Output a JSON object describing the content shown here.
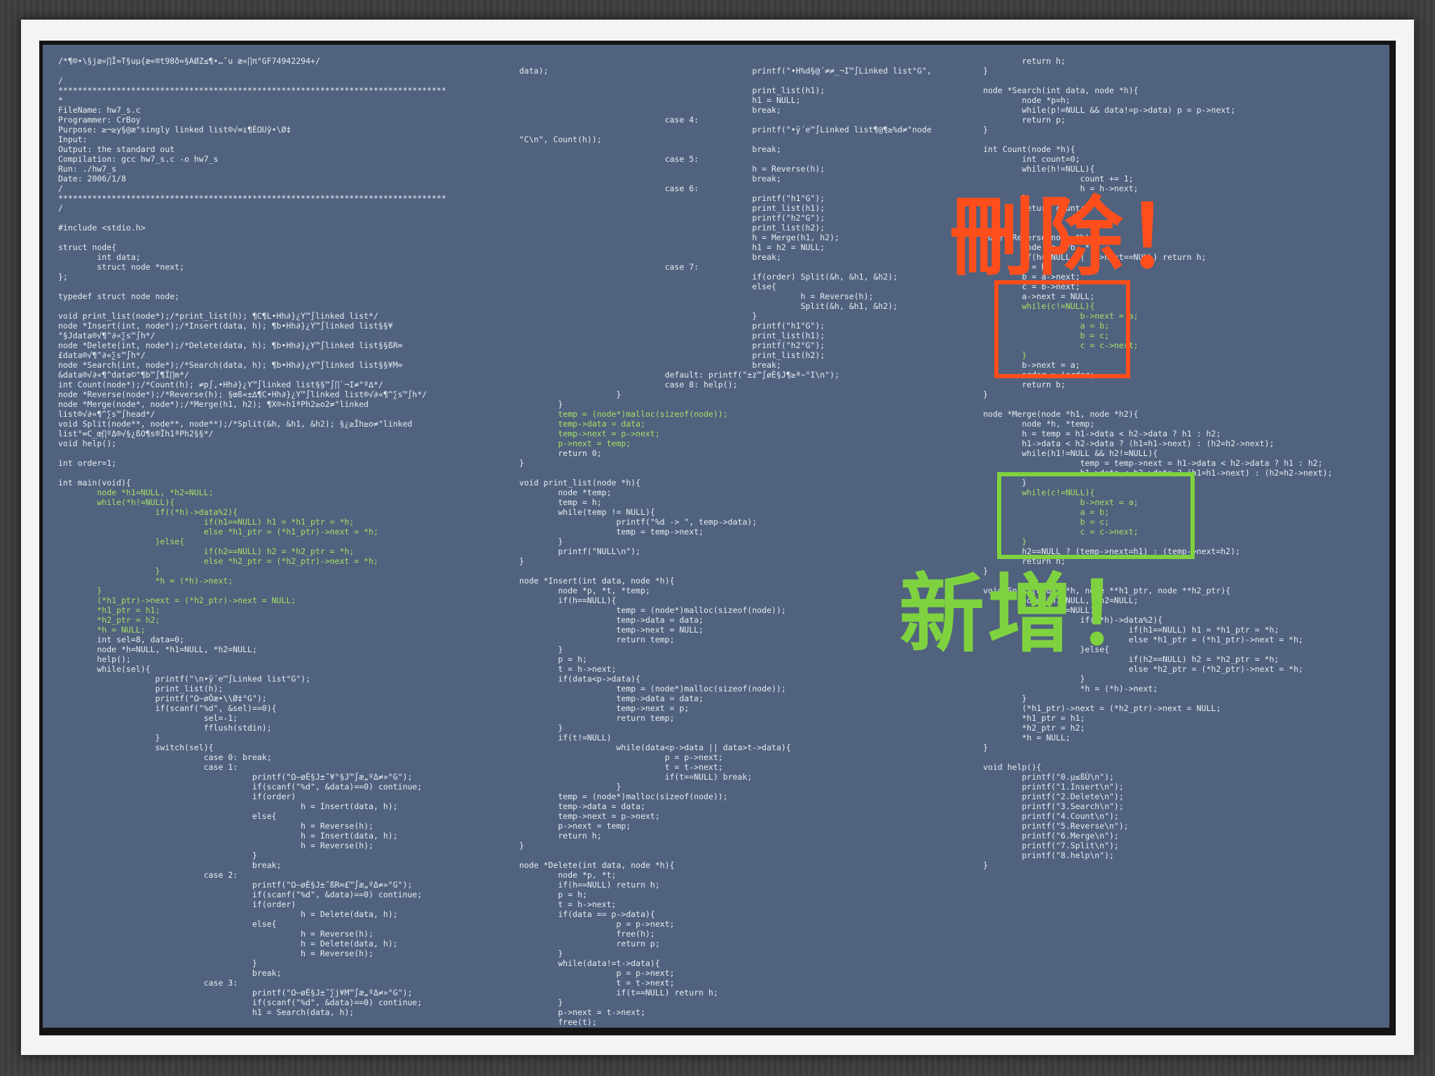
{
  "annotations": {
    "delete_label": "刪除！",
    "add_label": "新增！",
    "delete_color": "#ff4e1c",
    "add_color": "#7fd23f"
  },
  "code": {
    "col1": [
      {
        "t": "/*¶®•\\§jæ«∏Î≈T§uµ{æ«®t98ð≈§AØZ≤¶•…˘u æ«∏π°GF74942294+/"
      },
      {
        "t": ""
      },
      {
        "t": "/"
      },
      {
        "t": "********************************************************************************"
      },
      {
        "t": "*"
      },
      {
        "t": "FileName: hw7_s.c"
      },
      {
        "t": "Programmer: CrBoy"
      },
      {
        "t": "Purpose: ≥¬≥y§@ӕ\"singly linked list®√∞ı¶ÈΩUŷ•\\Ø‡"
      },
      {
        "t": "Input:"
      },
      {
        "t": "Output: the standard out"
      },
      {
        "t": "Compilation: gcc hw7_s.c -o hw7_s"
      },
      {
        "t": "Run: ./hw7_s"
      },
      {
        "t": "Date: 2006/1/8"
      },
      {
        "t": "/"
      },
      {
        "t": "********************************************************************************"
      },
      {
        "t": "/"
      },
      {
        "t": ""
      },
      {
        "t": "#include <stdio.h>"
      },
      {
        "t": ""
      },
      {
        "t": "struct node{"
      },
      {
        "t": "        int data;"
      },
      {
        "t": "        struct node *next;"
      },
      {
        "t": "};"
      },
      {
        "t": ""
      },
      {
        "t": "typedef struct node node;"
      },
      {
        "t": ""
      },
      {
        "t": "void print_list(node*);/*print_list(h); ¶C¶L•Hh∂}¿Y™∫linked list*/"
      },
      {
        "t": "node *Insert(int, node*);/*Insert(data, h); ¶b•Hh∂}¿Y™∫linked list§§¥"
      },
      {
        "t": "°§Jdata®√¶^∂«∑s™∫h*/"
      },
      {
        "t": "node *Delete(int, node*);/*Delete(data, h); ¶b•Hh∂}¿Y™∫linked list§§ßR∞"
      },
      {
        "t": "£data®√¶^∂«∑s™∫h*/"
      },
      {
        "t": "node *Search(int, node*);/*Search(data, h); ¶b•Hh∂}¿Y™∫linked list§§¥M≈"
      },
      {
        "t": "&data®√∂«¶^data©\"¶b™∫¶Ï∏m*/"
      },
      {
        "t": "int Count(node*);/*Count(h); ≠p∫‚•Hh∂}¿Y™∫linked list§§™∫∏`¬I≠°º∆*/"
      },
      {
        "t": "node *Reverse(node*);/*Reverse(h); §œß«±∆¶C•Hh∂}¿Y™∫linked list®√∂«¶^∑s™∫h*/"
      },
      {
        "t": "node *Merge(node*, node*);/*Merge(h1, h2); ¶X®÷h1ªPh2≥o2≠\"linked"
      },
      {
        "t": "list®√∂«¶^∑s™∫head*/"
      },
      {
        "t": "void Split(node**, node**, node**);/*Split(&h, &h1, &h2); §¿≥Îh≥o≠\"linked"
      },
      {
        "t": "list°∞C_œ∏ºΔ®√§¿ßO¶s®Ïh1ªPh2§§*/"
      },
      {
        "t": "void help();"
      },
      {
        "t": ""
      },
      {
        "t": "int order=1;"
      },
      {
        "t": ""
      },
      {
        "t": "int main(void){"
      },
      {
        "t": "        node *h1=NULL, *h2=NULL;",
        "hl": true
      },
      {
        "t": "        while(*h!=NULL){",
        "hl": true
      },
      {
        "t": "                    if((*h)->data%2){",
        "hl": true
      },
      {
        "t": "                              if(h1==NULL) h1 = *h1_ptr = *h;",
        "hl": true
      },
      {
        "t": "                              else *h1_ptr = (*h1_ptr)->next = *h;",
        "hl": true
      },
      {
        "t": "                    }else{",
        "hl": true
      },
      {
        "t": "                              if(h2==NULL) h2 = *h2_ptr = *h;",
        "hl": true
      },
      {
        "t": "                              else *h2_ptr = (*h2_ptr)->next = *h;",
        "hl": true
      },
      {
        "t": "                    }",
        "hl": true
      },
      {
        "t": "                    *h = (*h)->next;",
        "hl": true
      },
      {
        "t": "        }",
        "hl": true
      },
      {
        "t": "        (*h1_ptr)->next = (*h2_ptr)->next = NULL;",
        "hl": true
      },
      {
        "t": "        *h1_ptr = h1;",
        "hl": true
      },
      {
        "t": "        *h2_ptr = h2;",
        "hl": true
      },
      {
        "t": "        *h = NULL;",
        "hl": true
      },
      {
        "t": "        int sel=8, data=0;"
      },
      {
        "t": "        node *h=NULL, *h1=NULL, *h2=NULL;"
      },
      {
        "t": "        help();"
      },
      {
        "t": "        while(sel){"
      },
      {
        "t": "                    printf(\"\\n•ÿ´e™∫Linked list°G\");"
      },
      {
        "t": "                    print_list(h);"
      },
      {
        "t": "                    printf(\"Ω–øÔæ•\\\\Ø‡°G\");"
      },
      {
        "t": "                    if(scanf(\"%d\", &sel)==0){"
      },
      {
        "t": "                              sel=-1;"
      },
      {
        "t": "                              fflush(stdin);"
      },
      {
        "t": "                    }"
      },
      {
        "t": "                    switch(sel){"
      },
      {
        "t": "                              case 0: break;"
      },
      {
        "t": "                              case 1:"
      },
      {
        "t": "                                        printf(\"Ω–øÈ§J±˝¥°§J™∫æ„ºΔ≠»°G\");"
      },
      {
        "t": "                                        if(scanf(\"%d\", &data)==0) continue;"
      },
      {
        "t": "                                        if(order)"
      },
      {
        "t": "                                                  h = Insert(data, h);"
      },
      {
        "t": "                                        else{"
      },
      {
        "t": "                                                  h = Reverse(h);"
      },
      {
        "t": "                                                  h = Insert(data, h);"
      },
      {
        "t": "                                                  h = Reverse(h);"
      },
      {
        "t": "                                        }"
      },
      {
        "t": "                                        break;"
      },
      {
        "t": "                              case 2:"
      },
      {
        "t": "                                        printf(\"Ω–øÈ§J±˝ßR∞£™∫æ„ºΔ≠»°G\");"
      },
      {
        "t": "                                        if(scanf(\"%d\", &data)==0) continue;"
      },
      {
        "t": "                                        if(order)"
      },
      {
        "t": "                                                  h = Delete(data, h);"
      },
      {
        "t": "                                        else{"
      },
      {
        "t": "                                                  h = Reverse(h);"
      },
      {
        "t": "                                                  h = Delete(data, h);"
      },
      {
        "t": "                                                  h = Reverse(h);"
      },
      {
        "t": "                                        }"
      },
      {
        "t": "                                        break;"
      },
      {
        "t": "                              case 3:"
      },
      {
        "t": "                                        printf(\"Ω–øÈ§J±˝∑j¥M™∫æ„ºΔ≠»°G\");"
      },
      {
        "t": "                                        if(scanf(\"%d\", &data)==0) continue;"
      },
      {
        "t": "                                        h1 = Search(data, h);"
      }
    ],
    "col2": [
      {
        "t": "data);                                          printf(\"•H%d§@´≠≠_¬I™∫Linked list°G\","
      },
      {
        "t": ""
      },
      {
        "t": "                                                print_list(h1);"
      },
      {
        "t": "                                                h1 = NULL;"
      },
      {
        "t": "                                                break;"
      },
      {
        "t": "                              case 4:"
      },
      {
        "t": "                                                printf(\"•ÿ´e™∫Linked list¶@¶≥%d≠\"node"
      },
      {
        "t": "\"C\\n\", Count(h));"
      },
      {
        "t": "                                                break;"
      },
      {
        "t": "                              case 5:"
      },
      {
        "t": "                                                h = Reverse(h);"
      },
      {
        "t": "                                                break;"
      },
      {
        "t": "                              case 6:"
      },
      {
        "t": "                                                printf(\"h1°G\");"
      },
      {
        "t": "                                                print_list(h1);"
      },
      {
        "t": "                                                printf(\"h2°G\");"
      },
      {
        "t": "                                                print_list(h2);"
      },
      {
        "t": "                                                h = Merge(h1, h2);"
      },
      {
        "t": "                                                h1 = h2 = NULL;"
      },
      {
        "t": "                                                break;"
      },
      {
        "t": "                              case 7:"
      },
      {
        "t": "                                                if(order) Split(&h, &h1, &h2);"
      },
      {
        "t": "                                                else{"
      },
      {
        "t": "                                                          h = Reverse(h);"
      },
      {
        "t": "                                                          Split(&h, &h1, &h2);"
      },
      {
        "t": "                                                }"
      },
      {
        "t": "                                                printf(\"h1°G\");"
      },
      {
        "t": "                                                print_list(h1);"
      },
      {
        "t": "                                                printf(\"h2°G\");"
      },
      {
        "t": "                                                print_list(h2);"
      },
      {
        "t": "                                                break;"
      },
      {
        "t": "                              default: printf(\"±z™∫øÈ§J¶≥ª~°I\\n\");"
      },
      {
        "t": "                              case 8: help();"
      },
      {
        "t": "                    }"
      },
      {
        "t": "        }"
      },
      {
        "t": "        temp = (node*)malloc(sizeof(node));",
        "hl": true
      },
      {
        "t": "        temp->data = data;",
        "hl": true
      },
      {
        "t": "        temp->next = p->next;",
        "hl": true
      },
      {
        "t": "        p->next = temp;",
        "hl": true
      },
      {
        "t": "        return 0;"
      },
      {
        "t": "}"
      },
      {
        "t": ""
      },
      {
        "t": "void print_list(node *h){"
      },
      {
        "t": "        node *temp;"
      },
      {
        "t": "        temp = h;"
      },
      {
        "t": "        while(temp != NULL){"
      },
      {
        "t": "                    printf(\"%d -> \", temp->data);"
      },
      {
        "t": "                    temp = temp->next;"
      },
      {
        "t": "        }"
      },
      {
        "t": "        printf(\"NULL\\n\");"
      },
      {
        "t": "}"
      },
      {
        "t": ""
      },
      {
        "t": "node *Insert(int data, node *h){"
      },
      {
        "t": "        node *p, *t, *temp;"
      },
      {
        "t": "        if(h==NULL){"
      },
      {
        "t": "                    temp = (node*)malloc(sizeof(node));"
      },
      {
        "t": "                    temp->data = data;"
      },
      {
        "t": "                    temp->next = NULL;"
      },
      {
        "t": "                    return temp;"
      },
      {
        "t": "        }"
      },
      {
        "t": "        p = h;"
      },
      {
        "t": "        t = h->next;"
      },
      {
        "t": "        if(data<p->data){"
      },
      {
        "t": "                    temp = (node*)malloc(sizeof(node));"
      },
      {
        "t": "                    temp->data = data;"
      },
      {
        "t": "                    temp->next = p;"
      },
      {
        "t": "                    return temp;"
      },
      {
        "t": "        }"
      },
      {
        "t": "        if(t!=NULL)"
      },
      {
        "t": "                    while(data<p->data || data>t->data){"
      },
      {
        "t": "                              p = p->next;"
      },
      {
        "t": "                              t = t->next;"
      },
      {
        "t": "                              if(t==NULL) break;"
      },
      {
        "t": "                    }"
      },
      {
        "t": "        temp = (node*)malloc(sizeof(node));"
      },
      {
        "t": "        temp->data = data;"
      },
      {
        "t": "        temp->next = p->next;"
      },
      {
        "t": "        p->next = temp;"
      },
      {
        "t": "        return h;"
      },
      {
        "t": "}"
      },
      {
        "t": ""
      },
      {
        "t": "node *Delete(int data, node *h){"
      },
      {
        "t": "        node *p, *t;"
      },
      {
        "t": "        if(h==NULL) return h;"
      },
      {
        "t": "        p = h;"
      },
      {
        "t": "        t = h->next;"
      },
      {
        "t": "        if(data == p->data){"
      },
      {
        "t": "                    p = p->next;"
      },
      {
        "t": "                    free(h);"
      },
      {
        "t": "                    return p;"
      },
      {
        "t": "        }"
      },
      {
        "t": "        while(data!=t->data){"
      },
      {
        "t": "                    p = p->next;"
      },
      {
        "t": "                    t = t->next;"
      },
      {
        "t": "                    if(t==NULL) return h;"
      },
      {
        "t": "        }"
      },
      {
        "t": "        p->next = t->next;"
      },
      {
        "t": "        free(t);"
      }
    ],
    "col3": [
      {
        "t": "        return h;"
      },
      {
        "t": "}"
      },
      {
        "t": ""
      },
      {
        "t": "node *Search(int data, node *h){"
      },
      {
        "t": "        node *p=h;"
      },
      {
        "t": "        while(p!=NULL && data!=p->data) p = p->next;"
      },
      {
        "t": "        return p;"
      },
      {
        "t": "}"
      },
      {
        "t": ""
      },
      {
        "t": "int Count(node *h){"
      },
      {
        "t": "        int count=0;"
      },
      {
        "t": "        while(h!=NULL){"
      },
      {
        "t": "                    count += 1;"
      },
      {
        "t": "                    h = h->next;"
      },
      {
        "t": "        }"
      },
      {
        "t": "        return count;"
      },
      {
        "t": "}"
      },
      {
        "t": ""
      },
      {
        "t": "node *Reverse(node *h){"
      },
      {
        "t": "        node *a, *b, *c;"
      },
      {
        "t": "        if(h==NULL || h->next==NULL) return h;"
      },
      {
        "t": "        a = h;"
      },
      {
        "t": "        b = a->next;"
      },
      {
        "t": "        c = b->next;"
      },
      {
        "t": "        a->next = NULL;"
      },
      {
        "t": "        while(c!=NULL){",
        "hl": true
      },
      {
        "t": "                    b->next = a;",
        "hl": true
      },
      {
        "t": "                    a = b;",
        "hl": true
      },
      {
        "t": "                    b = c;",
        "hl": true
      },
      {
        "t": "                    c = c->next;",
        "hl": true
      },
      {
        "t": "        }",
        "hl": true
      },
      {
        "t": "        b->next = a;"
      },
      {
        "t": "        order = !order;"
      },
      {
        "t": "        return b;"
      },
      {
        "t": "}"
      },
      {
        "t": ""
      },
      {
        "t": "node *Merge(node *h1, node *h2){"
      },
      {
        "t": "        node *h, *temp;"
      },
      {
        "t": "        h = temp = h1->data < h2->data ? h1 : h2;"
      },
      {
        "t": "        h1->data < h2->data ? (h1=h1->next) : (h2=h2->next);"
      },
      {
        "t": "        while(h1!=NULL && h2!=NULL){"
      },
      {
        "t": "                    temp = temp->next = h1->data < h2->data ? h1 : h2;"
      },
      {
        "t": "                    h1->data < h2->data ? (h1=h1->next) : (h2=h2->next);"
      },
      {
        "t": "        }"
      },
      {
        "t": "        while(c!=NULL){",
        "hl": true
      },
      {
        "t": "                    b->next = a;",
        "hl": true
      },
      {
        "t": "                    a = b;",
        "hl": true
      },
      {
        "t": "                    b = c;",
        "hl": true
      },
      {
        "t": "                    c = c->next;",
        "hl": true
      },
      {
        "t": "        }",
        "hl": true
      },
      {
        "t": "        h2==NULL ? (temp->next=h1) : (temp->next=h2);"
      },
      {
        "t": "        return h;"
      },
      {
        "t": "}"
      },
      {
        "t": ""
      },
      {
        "t": "void Split(node **h, node **h1_ptr, node **h2_ptr){"
      },
      {
        "t": "        node *h1=NULL, *h2=NULL;"
      },
      {
        "t": "        while(*h!=NULL){"
      },
      {
        "t": "                    if((*h)->data%2){"
      },
      {
        "t": "                              if(h1==NULL) h1 = *h1_ptr = *h;"
      },
      {
        "t": "                              else *h1_ptr = (*h1_ptr)->next = *h;"
      },
      {
        "t": "                    }else{"
      },
      {
        "t": "                              if(h2==NULL) h2 = *h2_ptr = *h;"
      },
      {
        "t": "                              else *h2_ptr = (*h2_ptr)->next = *h;"
      },
      {
        "t": "                    }"
      },
      {
        "t": "                    *h = (*h)->next;"
      },
      {
        "t": "        }"
      },
      {
        "t": "        (*h1_ptr)->next = (*h2_ptr)->next = NULL;"
      },
      {
        "t": "        *h1_ptr = h1;"
      },
      {
        "t": "        *h2_ptr = h2;"
      },
      {
        "t": "        *h = NULL;"
      },
      {
        "t": "}"
      },
      {
        "t": ""
      },
      {
        "t": "void help(){"
      },
      {
        "t": "        printf(\"0.µ≤ßÙ\\n\");"
      },
      {
        "t": "        printf(\"1.Insert\\n\");"
      },
      {
        "t": "        printf(\"2.Delete\\n\");"
      },
      {
        "t": "        printf(\"3.Search\\n\");"
      },
      {
        "t": "        printf(\"4.Count\\n\");"
      },
      {
        "t": "        printf(\"5.Reverse\\n\");"
      },
      {
        "t": "        printf(\"6.Merge\\n\");"
      },
      {
        "t": "        printf(\"7.Split\\n\");"
      },
      {
        "t": "        printf(\"8.help\\n\");"
      },
      {
        "t": "}"
      }
    ]
  }
}
